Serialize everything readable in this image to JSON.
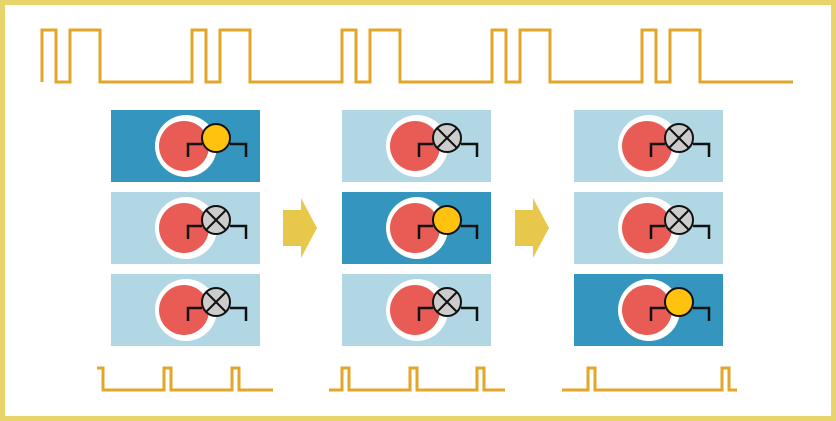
{
  "colors": {
    "frame": "#E8D46A",
    "signal": "#E2A62A",
    "panel_active": "#3496BE",
    "panel_inactive": "#B1D7E5",
    "disc_outer": "#FFFFFF",
    "disc_inner": "#E85C55",
    "lamp_on": "#FFC20E",
    "lamp_off": "#CCCCCC",
    "wire": "#111111",
    "arrow": "#E7C84A"
  },
  "top_signal": {
    "description_icon": "pulse-train-icon",
    "pattern": "double-pulse-repeated",
    "repeats": 5
  },
  "sequence": [
    {
      "step": 1,
      "active_channel": 0,
      "channels": [
        {
          "lamp": "on"
        },
        {
          "lamp": "off"
        },
        {
          "lamp": "off"
        }
      ],
      "bottom_signal_pulses": 3,
      "bottom_signal_icon": "pulse-train-icon"
    },
    {
      "step": 2,
      "active_channel": 1,
      "channels": [
        {
          "lamp": "off"
        },
        {
          "lamp": "on"
        },
        {
          "lamp": "off"
        }
      ],
      "bottom_signal_pulses": 3,
      "bottom_signal_icon": "pulse-train-icon"
    },
    {
      "step": 3,
      "active_channel": 2,
      "channels": [
        {
          "lamp": "off"
        },
        {
          "lamp": "off"
        },
        {
          "lamp": "on"
        }
      ],
      "bottom_signal_pulses": 2,
      "bottom_signal_icon": "pulse-train-icon"
    }
  ],
  "transition_icons": [
    "arrow-right-icon",
    "arrow-right-icon"
  ]
}
